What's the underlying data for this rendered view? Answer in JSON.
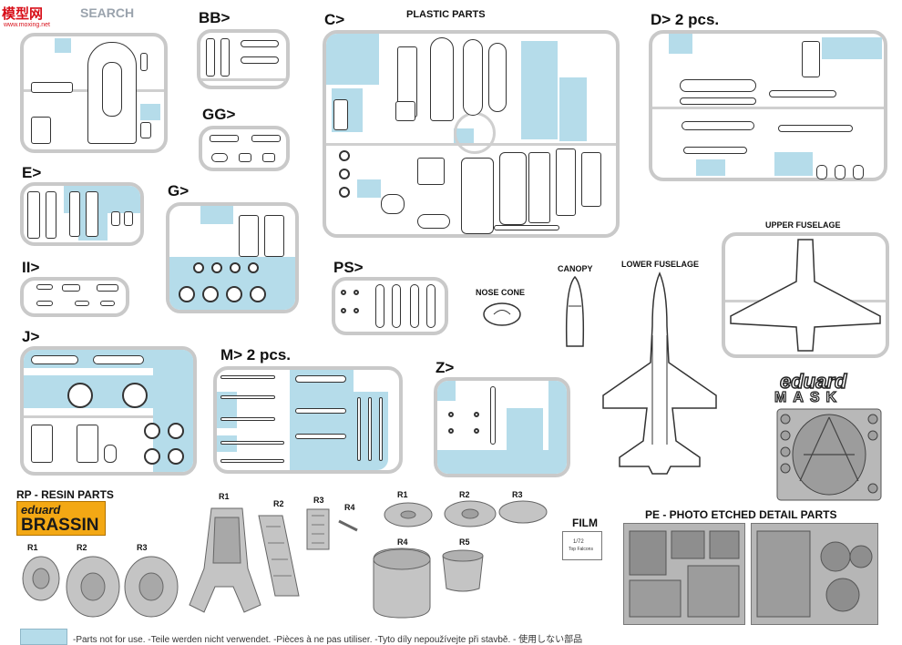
{
  "watermark": {
    "red": "模型网",
    "search": "SEARCH",
    "url": "www.moxing.net"
  },
  "labels": {
    "bb": "BB>",
    "c": "C>",
    "plastic_parts": "PLASTIC PARTS",
    "d": "D>  2 pcs.",
    "gg": "GG>",
    "e": "E>",
    "g": "G>",
    "ii": "II>",
    "ps": "PS>",
    "nose_cone": "NOSE CONE",
    "canopy": "CANOPY",
    "lower_fuselage": "LOWER FUSELAGE",
    "upper_fuselage": "UPPER FUSELAGE",
    "j": "J>",
    "m": "M>  2 pcs.",
    "z": "Z>",
    "rp": "RP - RESIN PARTS",
    "film": "FILM",
    "pe": "PE - PHOTO ETCHED DETAIL PARTS",
    "resin_left": [
      "R1",
      "R2",
      "R3"
    ],
    "resin_mid": [
      "R1",
      "R2",
      "R3",
      "R4"
    ],
    "resin_right": [
      "R1",
      "R2",
      "R3",
      "R4",
      "R5"
    ]
  },
  "logos": {
    "eduard": "eduard",
    "brassin": "BRASSIN",
    "mask_top": "eduard",
    "mask_bottom": "MASK"
  },
  "film": {
    "line1": "1/72",
    "line2": "Top Falcons"
  },
  "legend": {
    "text": "-Parts not for use. -Teile werden nicht verwendet. -Pièces à ne pas utiliser. -Tyto díly nepoužívejte při stavbě.  -     使用しない部品"
  },
  "colors": {
    "unused_parts": "#b5dcea",
    "sprue": "#c9c9c9",
    "brassin": "#f3a814"
  }
}
